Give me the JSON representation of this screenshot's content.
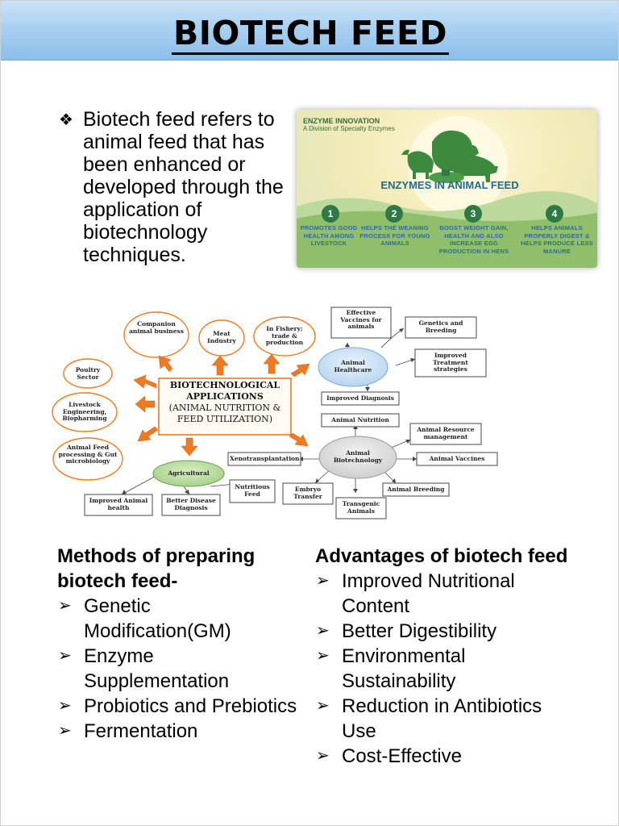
{
  "title": "BIOTECH FEED",
  "intro": {
    "bullet_icon": "diamond-bullet",
    "text": "Biotech feed refers to animal feed that has been enhanced or developed through the application of biotechnology techniques."
  },
  "banner": {
    "logo_name": "ENZYME INNOVATION",
    "logo_tagline": "A Division of Specialty Enzymes",
    "title": "ENZYMES IN ANIMAL FEED",
    "steps": [
      {
        "num": "1",
        "text": "PROMOTES GOOD HEALTH AMONG LIVESTOCK"
      },
      {
        "num": "2",
        "text": "HELPS THE WEANING PROCESS FOR YOUNG ANIMALS"
      },
      {
        "num": "3",
        "text": "BOOST WEIGHT GAIN, HEALTH AND ALSO INCREASE EGG PRODUCTION IN HENS"
      },
      {
        "num": "4",
        "text": "HELPS ANIMALS PROPERLY DIGEST & HELPS PRODUCE LESS MANURE"
      }
    ]
  },
  "diagram": {
    "center": {
      "line1": "BIOTECHNOLOGICAL",
      "line2": "APPLICATIONS",
      "line3": "(ANIMAL NUTRITION &",
      "line4": "FEED UTILIZATION)"
    },
    "bubbles": {
      "companion": "Companion animal business",
      "meat": "Meat Industry",
      "fishery": "In Fishery; trade & production",
      "poultry": "Poultry Sector",
      "livestock": "Livestock Engineering, Biopharming",
      "feed_processing": "Animal Feed processing & Gut microbiology",
      "agricultural": "Agricultural",
      "healthcare": "Animal Healthcare",
      "biotechnology": "Animal Biotechnology"
    },
    "boxes": {
      "vaccines": "Effective Vaccines for animals",
      "genetics": "Genetics and Breeding",
      "treatment": "Improved Treatment strategies",
      "diagnosis": "Improved Diagnosis",
      "nutrition": "Animal Nutrition",
      "resource": "Animal Resource management",
      "xeno": "Xenotransplantation",
      "animal_vaccines": "Animal Vaccines",
      "breeding": "Animal Breeding",
      "transgenic": "Transgenic Animals",
      "embryo": "Embryo Transfer",
      "nutritious": "Nutritious Feed",
      "disease": "Better Disease Diagnosis",
      "animal_health": "Improved Animal health"
    }
  },
  "methods": {
    "heading": "Methods of preparing biotech feed-",
    "items": [
      "Genetic Modification(GM)",
      "Enzyme Supplementation",
      "Probiotics and Prebiotics",
      "Fermentation"
    ]
  },
  "advantages": {
    "heading": "Advantages of biotech feed",
    "items": [
      "Improved Nutritional Content",
      "Better Digestibility",
      "Environmental Sustainability",
      "Reduction in Antibiotics Use",
      "Cost-Effective"
    ]
  },
  "colors": {
    "title_band": "#a9d0f0",
    "orange_arrow": "#f07a22",
    "green_step": "#2f7a44",
    "healthcare_bubble": "#cfe3f5",
    "biotech_bubble": "#dcdcdc",
    "agri_bubble": "#b9dca0"
  }
}
